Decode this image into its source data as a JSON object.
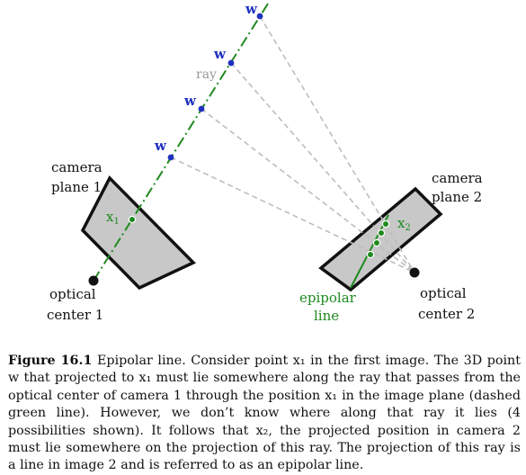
{
  "labels": {
    "camera_plane_1": [
      "camera",
      "plane 1"
    ],
    "camera_plane_2": [
      "camera",
      "plane 2"
    ],
    "optical_center_1": [
      "optical",
      "center 1"
    ],
    "optical_center_2": [
      "optical",
      "center 2"
    ],
    "ray": "ray",
    "w": "w",
    "x1": "x",
    "x1_sub": "1",
    "x2": "x",
    "x2_sub": "2",
    "epipolar_line": [
      "epipolar",
      "line"
    ]
  },
  "caption": {
    "figure_label": "Figure 16.1",
    "text": "Epipolar line. Consider point x₁ in the first image. The 3D point w that projected to x₁ must lie somewhere along the ray that passes from the optical center of camera 1 through the position x₁ in the image plane (dashed green line). However, we don’t know where along that ray it lies (4 possibilities shown). It follows that x₂, the projected position in camera 2 must lie somewhere on the projection of this ray. The projection of this ray is a line in image 2 and is referred to as an epipolar line."
  },
  "colors": {
    "plane_fill": "#c8c8c8",
    "plane_stroke": "#111111",
    "ray_green": "#1f8a1f",
    "point_blue": "#1f2fbf",
    "projection_gray": "#bdbdbd",
    "label_gray": "#9a9a9a"
  }
}
